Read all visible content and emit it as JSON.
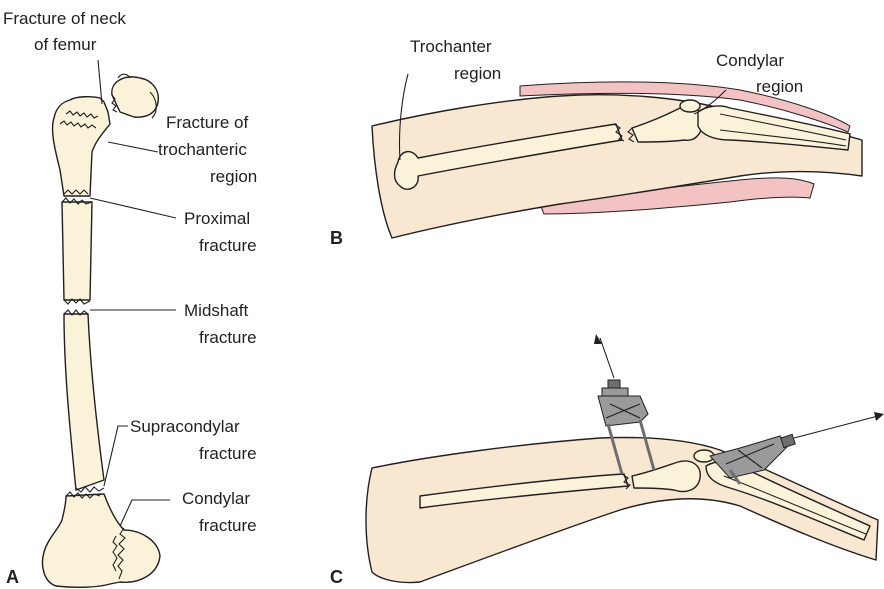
{
  "panels": {
    "a": "A",
    "b": "B",
    "c": "C"
  },
  "panel_a_labels": {
    "neck_line1": "Fracture of neck",
    "neck_line2": "of femur",
    "troch_line1": "Fracture of",
    "troch_line2": "trochanteric",
    "troch_line3": "region",
    "prox_line1": "Proximal",
    "prox_line2": "fracture",
    "mid_line1": "Midshaft",
    "mid_line2": "fracture",
    "supra_line1": "Supracondylar",
    "supra_line2": "fracture",
    "cond_line1": "Condylar",
    "cond_line2": "fracture"
  },
  "panel_b_labels": {
    "troch_line1": "Trochanter",
    "troch_line2": "region",
    "cond_line1": "Condylar",
    "cond_line2": "region"
  },
  "colors": {
    "bone": "#fbf3d9",
    "skin": "#f8e8d2",
    "soft_tissue": "#f3c3c3",
    "outline": "#231f20",
    "fixator": "#9a9a9a"
  }
}
